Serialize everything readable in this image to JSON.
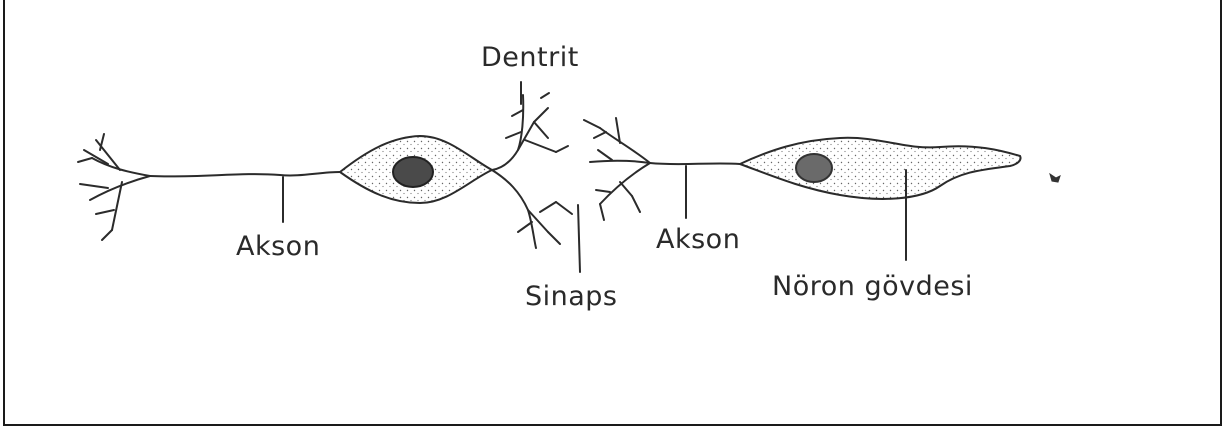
{
  "diagram": {
    "labels": {
      "dendrite": "Dentrit",
      "axon_left": "Akson",
      "synapse": "Sinaps",
      "axon_right": "Akson",
      "soma": "Nöron gövdesi"
    }
  }
}
